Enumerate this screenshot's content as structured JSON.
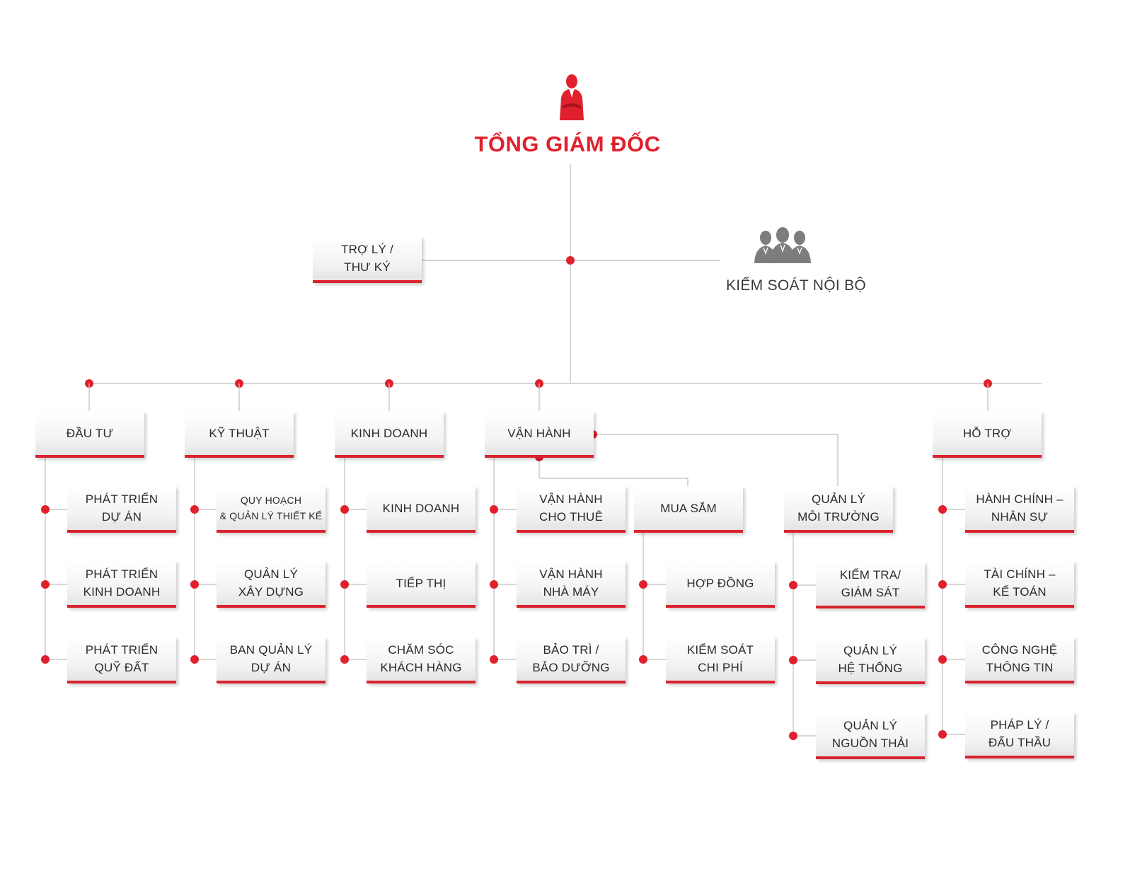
{
  "colors": {
    "accent": "#e0212d",
    "line": "#c8c8c8",
    "text": "#2b2b2b",
    "group_icon": "#7d7d7d"
  },
  "ceo": {
    "title": "TỔNG GIÁM ĐỐC",
    "icon": "person-icon"
  },
  "assistant": {
    "lines": [
      "TRỢ LÝ /",
      "THƯ KÝ"
    ]
  },
  "internal_control": {
    "title": "KIỂM SOÁT NỘI BỘ",
    "icon": "group-icon"
  },
  "divisions": [
    {
      "label": "ĐẦU TƯ",
      "units": [
        [
          "PHÁT TRIỂN",
          "DỰ ÁN"
        ],
        [
          "PHÁT TRIỂN",
          "KINH DOANH"
        ],
        [
          "PHÁT TRIỂN",
          "QUỸ ĐẤT"
        ]
      ]
    },
    {
      "label": "KỸ THUẬT",
      "units": [
        [
          "QUY HOẠCH",
          "& QUẢN LÝ THIẾT KẾ"
        ],
        [
          "QUẢN LÝ",
          "XÂY DỰNG"
        ],
        [
          "BAN QUẢN LÝ",
          "DỰ ÁN"
        ]
      ]
    },
    {
      "label": "KINH DOANH",
      "units": [
        [
          "KINH DOANH"
        ],
        [
          "TIẾP THỊ"
        ],
        [
          "CHĂM SÓC",
          "KHÁCH HÀNG"
        ]
      ]
    },
    {
      "label": "VẬN HÀNH",
      "units": [
        [
          "VẬN HÀNH",
          "CHO THUÊ"
        ],
        [
          "VẬN HÀNH",
          "NHÀ MÁY"
        ],
        [
          "BẢO TRÌ /",
          "BẢO DƯỠNG"
        ]
      ]
    },
    {
      "label": "MUA SẮM",
      "units": [
        [
          "HỢP ĐỒNG"
        ],
        [
          "KIỂM SOÁT",
          "CHI PHÍ"
        ]
      ]
    },
    {
      "label": [
        "QUẢN LÝ",
        "MÔI TRƯỜNG"
      ],
      "units": [
        [
          "KIỂM TRA/",
          "GIÁM SÁT"
        ],
        [
          "QUẢN LÝ",
          "HỆ THỐNG"
        ],
        [
          "QUẢN LÝ",
          "NGUỒN THẢI"
        ]
      ]
    },
    {
      "label": "HỖ TRỢ",
      "units": [
        [
          "HÀNH CHÍNH –",
          "NHÂN SỰ"
        ],
        [
          "TÀI CHÍNH –",
          "KẾ TOÁN"
        ],
        [
          "CÔNG NGHỆ",
          "THÔNG TIN"
        ],
        [
          "PHÁP LÝ /",
          "ĐẤU THẦU"
        ]
      ]
    }
  ]
}
